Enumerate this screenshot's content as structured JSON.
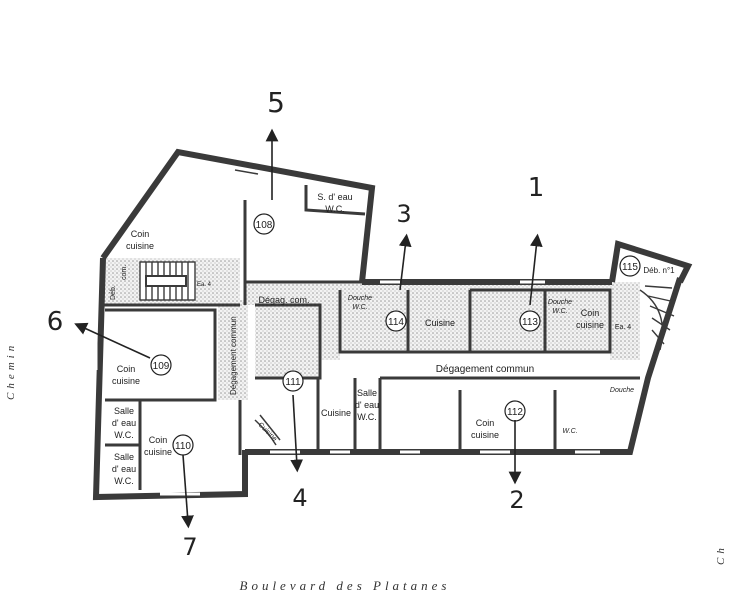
{
  "rooms": {
    "r108": {
      "number": "108",
      "label_sdeau": "S. d' eau",
      "label_wc": "W.C."
    },
    "r109": {
      "number": "109",
      "coin": "Coin",
      "cuisine": "cuisine"
    },
    "r110": {
      "number": "110",
      "coin": "Coin",
      "cuisine": "cuisine"
    },
    "r111": {
      "number": "111",
      "cuisine": "Cuisine",
      "salle": "Salle",
      "deau": "d' eau",
      "wc": "W.C."
    },
    "r112": {
      "number": "112",
      "coin": "Coin",
      "cuisine": "cuisine",
      "douche": "Douche",
      "wc": "W.C."
    },
    "r113": {
      "number": "113",
      "douche": "Douche",
      "wc": "W.C.",
      "coin": "Coin",
      "cuisine": "cuisine",
      "ea": "Ea. 4"
    },
    "r114": {
      "number": "114",
      "douche": "Douche",
      "wc": "W.C.",
      "cuisine": "Cuisine"
    },
    "r115": {
      "number": "115",
      "deb": "Déb. n°1"
    }
  },
  "left_units": {
    "coin": "Coin",
    "cuisine": "cuisine",
    "salle_a": "Salle",
    "deau_a": "d' eau",
    "wc_a": "W.C.",
    "salle_b": "Salle",
    "deau_b": "d' eau",
    "wc_b": "W.C."
  },
  "corridors": {
    "degagement_commun": "Dégagement commun",
    "degagement_vertical": "Dégagement commun",
    "degag_com": "Dégag. com.",
    "deb": "Déb.",
    "com": "com.",
    "ea4": "Ea. 4",
    "cuisine_small": "Cuisine"
  },
  "arrows": [
    "1",
    "2",
    "3",
    "4",
    "5",
    "6",
    "7"
  ],
  "margin_text": {
    "left": "Chemin",
    "right": "Ch"
  },
  "street": "Boulevard des Platanes",
  "colors": {
    "wall": "#3a3a3a",
    "hatch": "#bdbdbd"
  }
}
